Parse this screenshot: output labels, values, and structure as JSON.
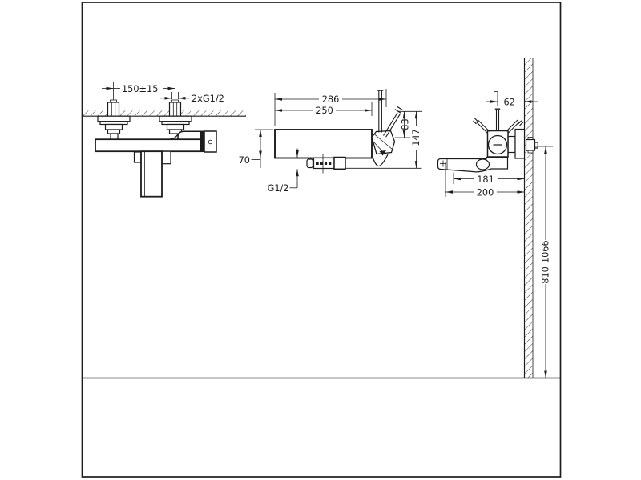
{
  "drawing": {
    "front_view": {
      "mounting_distance": "150±15",
      "inlet_thread": "2xG1/2"
    },
    "top_view": {
      "total_width": "286",
      "body_width": "250",
      "body_depth": "70",
      "outlet_thread": "G1/2",
      "handle_rise": "83",
      "total_height": "147"
    },
    "side_view": {
      "handle_wall_offset": "62",
      "spout_reach": "181",
      "total_reach": "200",
      "installation_height": "810-1066"
    }
  }
}
